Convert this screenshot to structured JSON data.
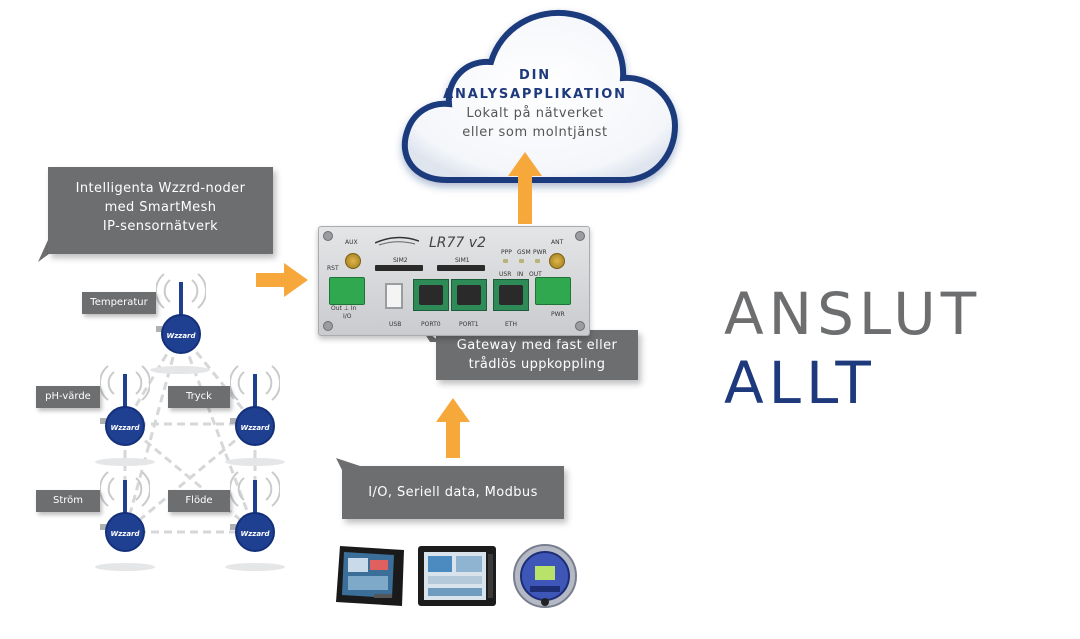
{
  "cloud": {
    "title_line1": "DIN",
    "title_line2": "ANALYSAPPLIKATION",
    "sub_line1": "Lokalt på nätverket",
    "sub_line2": "eller som molntjänst"
  },
  "headline": {
    "line1": "ANSLUT",
    "line2": "ALLT"
  },
  "bubbles": {
    "nodes": [
      "Intelligenta Wzzrd-noder",
      "med SmartMesh",
      "IP-sensornätverk"
    ],
    "gateway": [
      "Gateway med fast eller",
      "trådlös uppkoppling"
    ],
    "io": "I/O, Seriell data, Modbus"
  },
  "sensors": {
    "temperature": "Temperatur",
    "ph": "pH-värde",
    "pressure": "Tryck",
    "current": "Ström",
    "flow": "Flöde",
    "node_logo": "Wzzard"
  },
  "router": {
    "model": "LR77 v2",
    "aux": "AUX",
    "ant": "ANT",
    "sim2": "SIM2",
    "sim1": "SIM1",
    "rst": "RST",
    "ppp": "PPP",
    "gsm": "GSM",
    "pwr_led": "PWR",
    "usr": "USR",
    "in": "IN",
    "out": "OUT",
    "io_top": "Out ⊥ In",
    "io": "I/O",
    "usb": "USB",
    "port0": "PORT0",
    "port1": "PORT1",
    "eth": "ETH",
    "pwr": "PWR"
  },
  "colors": {
    "bubble": "#6d6e70",
    "arrow": "#f6a83b",
    "cloud_stroke": "#1e3a7c",
    "headline_grey": "#6d6e70",
    "headline_blue": "#1e3a7c",
    "node_blue": "#1f3f91"
  }
}
